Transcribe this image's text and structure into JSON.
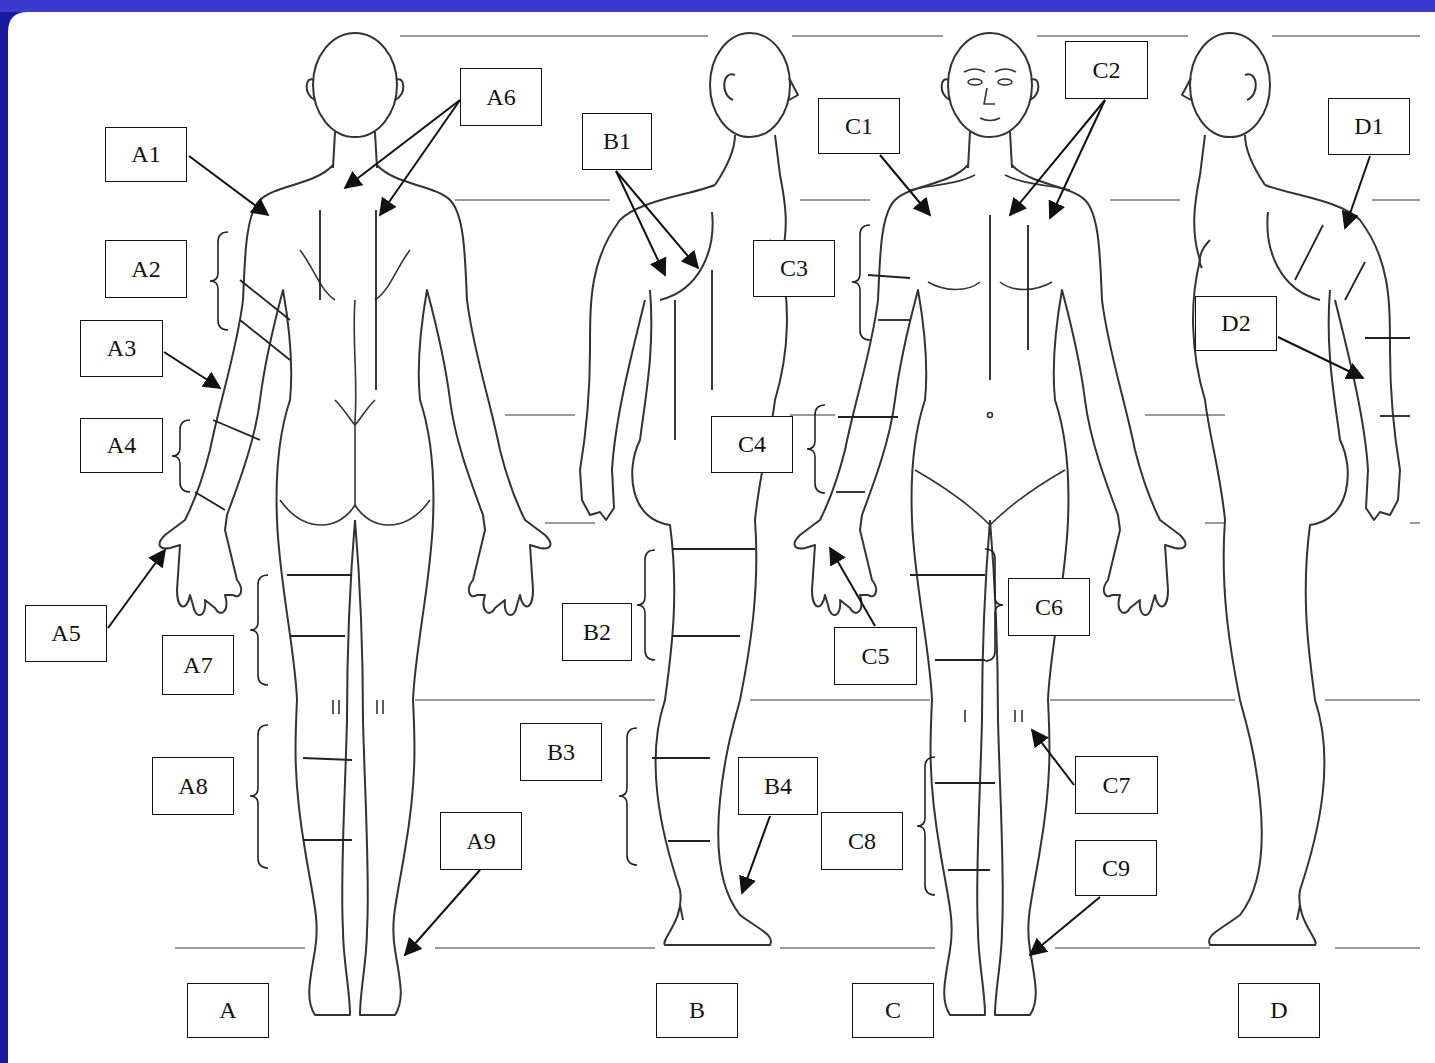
{
  "diagram": {
    "nodes": [
      {
        "text": [
          "A1"
        ]
      },
      {
        "text": [
          "A2"
        ]
      },
      {
        "text": [
          "A3"
        ]
      },
      {
        "text": [
          "A4"
        ]
      },
      {
        "text": [
          "A5"
        ]
      },
      {
        "text": [
          "A6"
        ]
      },
      {
        "text": [
          "A7"
        ]
      },
      {
        "text": [
          "A8"
        ]
      },
      {
        "text": [
          "A9"
        ]
      },
      {
        "text": [
          "B1"
        ]
      },
      {
        "text": [
          "B2"
        ]
      },
      {
        "text": [
          "B3"
        ]
      },
      {
        "text": [
          "B4"
        ]
      },
      {
        "text": [
          "C1"
        ]
      },
      {
        "text": [
          "C2"
        ]
      },
      {
        "text": [
          "C3"
        ]
      },
      {
        "text": [
          "C4"
        ]
      },
      {
        "text": [
          "C5"
        ]
      },
      {
        "text": [
          "C6"
        ]
      },
      {
        "text": [
          "C7"
        ]
      },
      {
        "text": [
          "C8"
        ]
      },
      {
        "text": [
          "C9"
        ]
      },
      {
        "text": [
          "D1"
        ]
      },
      {
        "text": [
          "D2"
        ]
      },
      {
        "text": [
          "A"
        ]
      },
      {
        "text": [
          "B"
        ]
      },
      {
        "text": [
          "C"
        ]
      },
      {
        "text": [
          "D"
        ]
      }
    ]
  }
}
